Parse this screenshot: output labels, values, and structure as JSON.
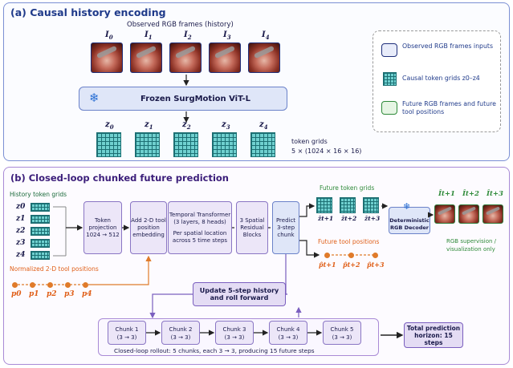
{
  "panel_a": {
    "title": "(a) Causal history encoding",
    "frames_caption": "Observed RGB frames (history)",
    "frame_labels": [
      "I0",
      "I1",
      "I2",
      "I3",
      "I4"
    ],
    "frame_label_base": "I",
    "frame_label_subs": [
      "0",
      "1",
      "2",
      "3",
      "4"
    ],
    "encoder_label": "Frozen SurgMotion ViT-L",
    "token_label_base": "z",
    "token_label_subs": [
      "0",
      "1",
      "2",
      "3",
      "4"
    ],
    "token_caption_1": "token grids",
    "token_caption_2": "5 × (1024 × 16 × 16)",
    "legend": {
      "item1": "Observed RGB frames inputs",
      "item2": "Causal token grids z0–z4",
      "item3": "Future RGB frames and future tool positions"
    }
  },
  "panel_b": {
    "title": "(b) Closed-loop chunked future prediction",
    "history_caption": "History token grids",
    "history_labels": [
      "z0",
      "z1",
      "z2",
      "z3",
      "z4"
    ],
    "tool_caption": "Normalized 2-D tool positions",
    "tool_labels": [
      "p0",
      "p1",
      "p2",
      "p3",
      "p4"
    ],
    "blocks": {
      "token_projection": "Token projection 1024 → 512",
      "tool_embedding": "Add 2-D tool position embedding",
      "transformer_1": "Temporal Transformer",
      "transformer_2": "(3 layers, 8 heads)",
      "transformer_3": "Per spatial location across 5 time steps",
      "residual": "3 Spatial Residual Blocks",
      "predict": "Predict 3-step chunk"
    },
    "future_tokens_caption": "Future token grids",
    "future_token_labels": [
      "ẑt+1",
      "ẑt+2",
      "ẑt+3"
    ],
    "decoder_label": "Deterministic RGB Decoder",
    "future_frame_labels": [
      "Ît+1",
      "Ît+2",
      "Ît+3"
    ],
    "rgb_note_1": "RGB supervision /",
    "rgb_note_2": "visualization only",
    "future_tool_caption": "Future tool positions",
    "future_tool_labels": [
      "p̂t+1",
      "p̂t+2",
      "p̂t+3"
    ],
    "update_label": "Update 5-step history and roll forward",
    "chunks": [
      {
        "name": "Chunk 1",
        "sub": "(3 → 3)"
      },
      {
        "name": "Chunk 2",
        "sub": "(3 → 3)"
      },
      {
        "name": "Chunk 3",
        "sub": "(3 → 3)"
      },
      {
        "name": "Chunk 4",
        "sub": "(3 → 3)"
      },
      {
        "name": "Chunk 5",
        "sub": "(3 → 3)"
      }
    ],
    "rollout_caption": "Closed-loop rollout:  5 chunks, each 3 → 3, producing 15 future steps",
    "total_label": "Total prediction horizon: 15 steps"
  },
  "colors": {
    "panel_a_border": "#7b8fd4",
    "panel_b_border": "#a98ad6",
    "token_grid": "#6fd0cf",
    "tool_orange": "#e07b2a",
    "future_green": "#2f8a3a"
  }
}
